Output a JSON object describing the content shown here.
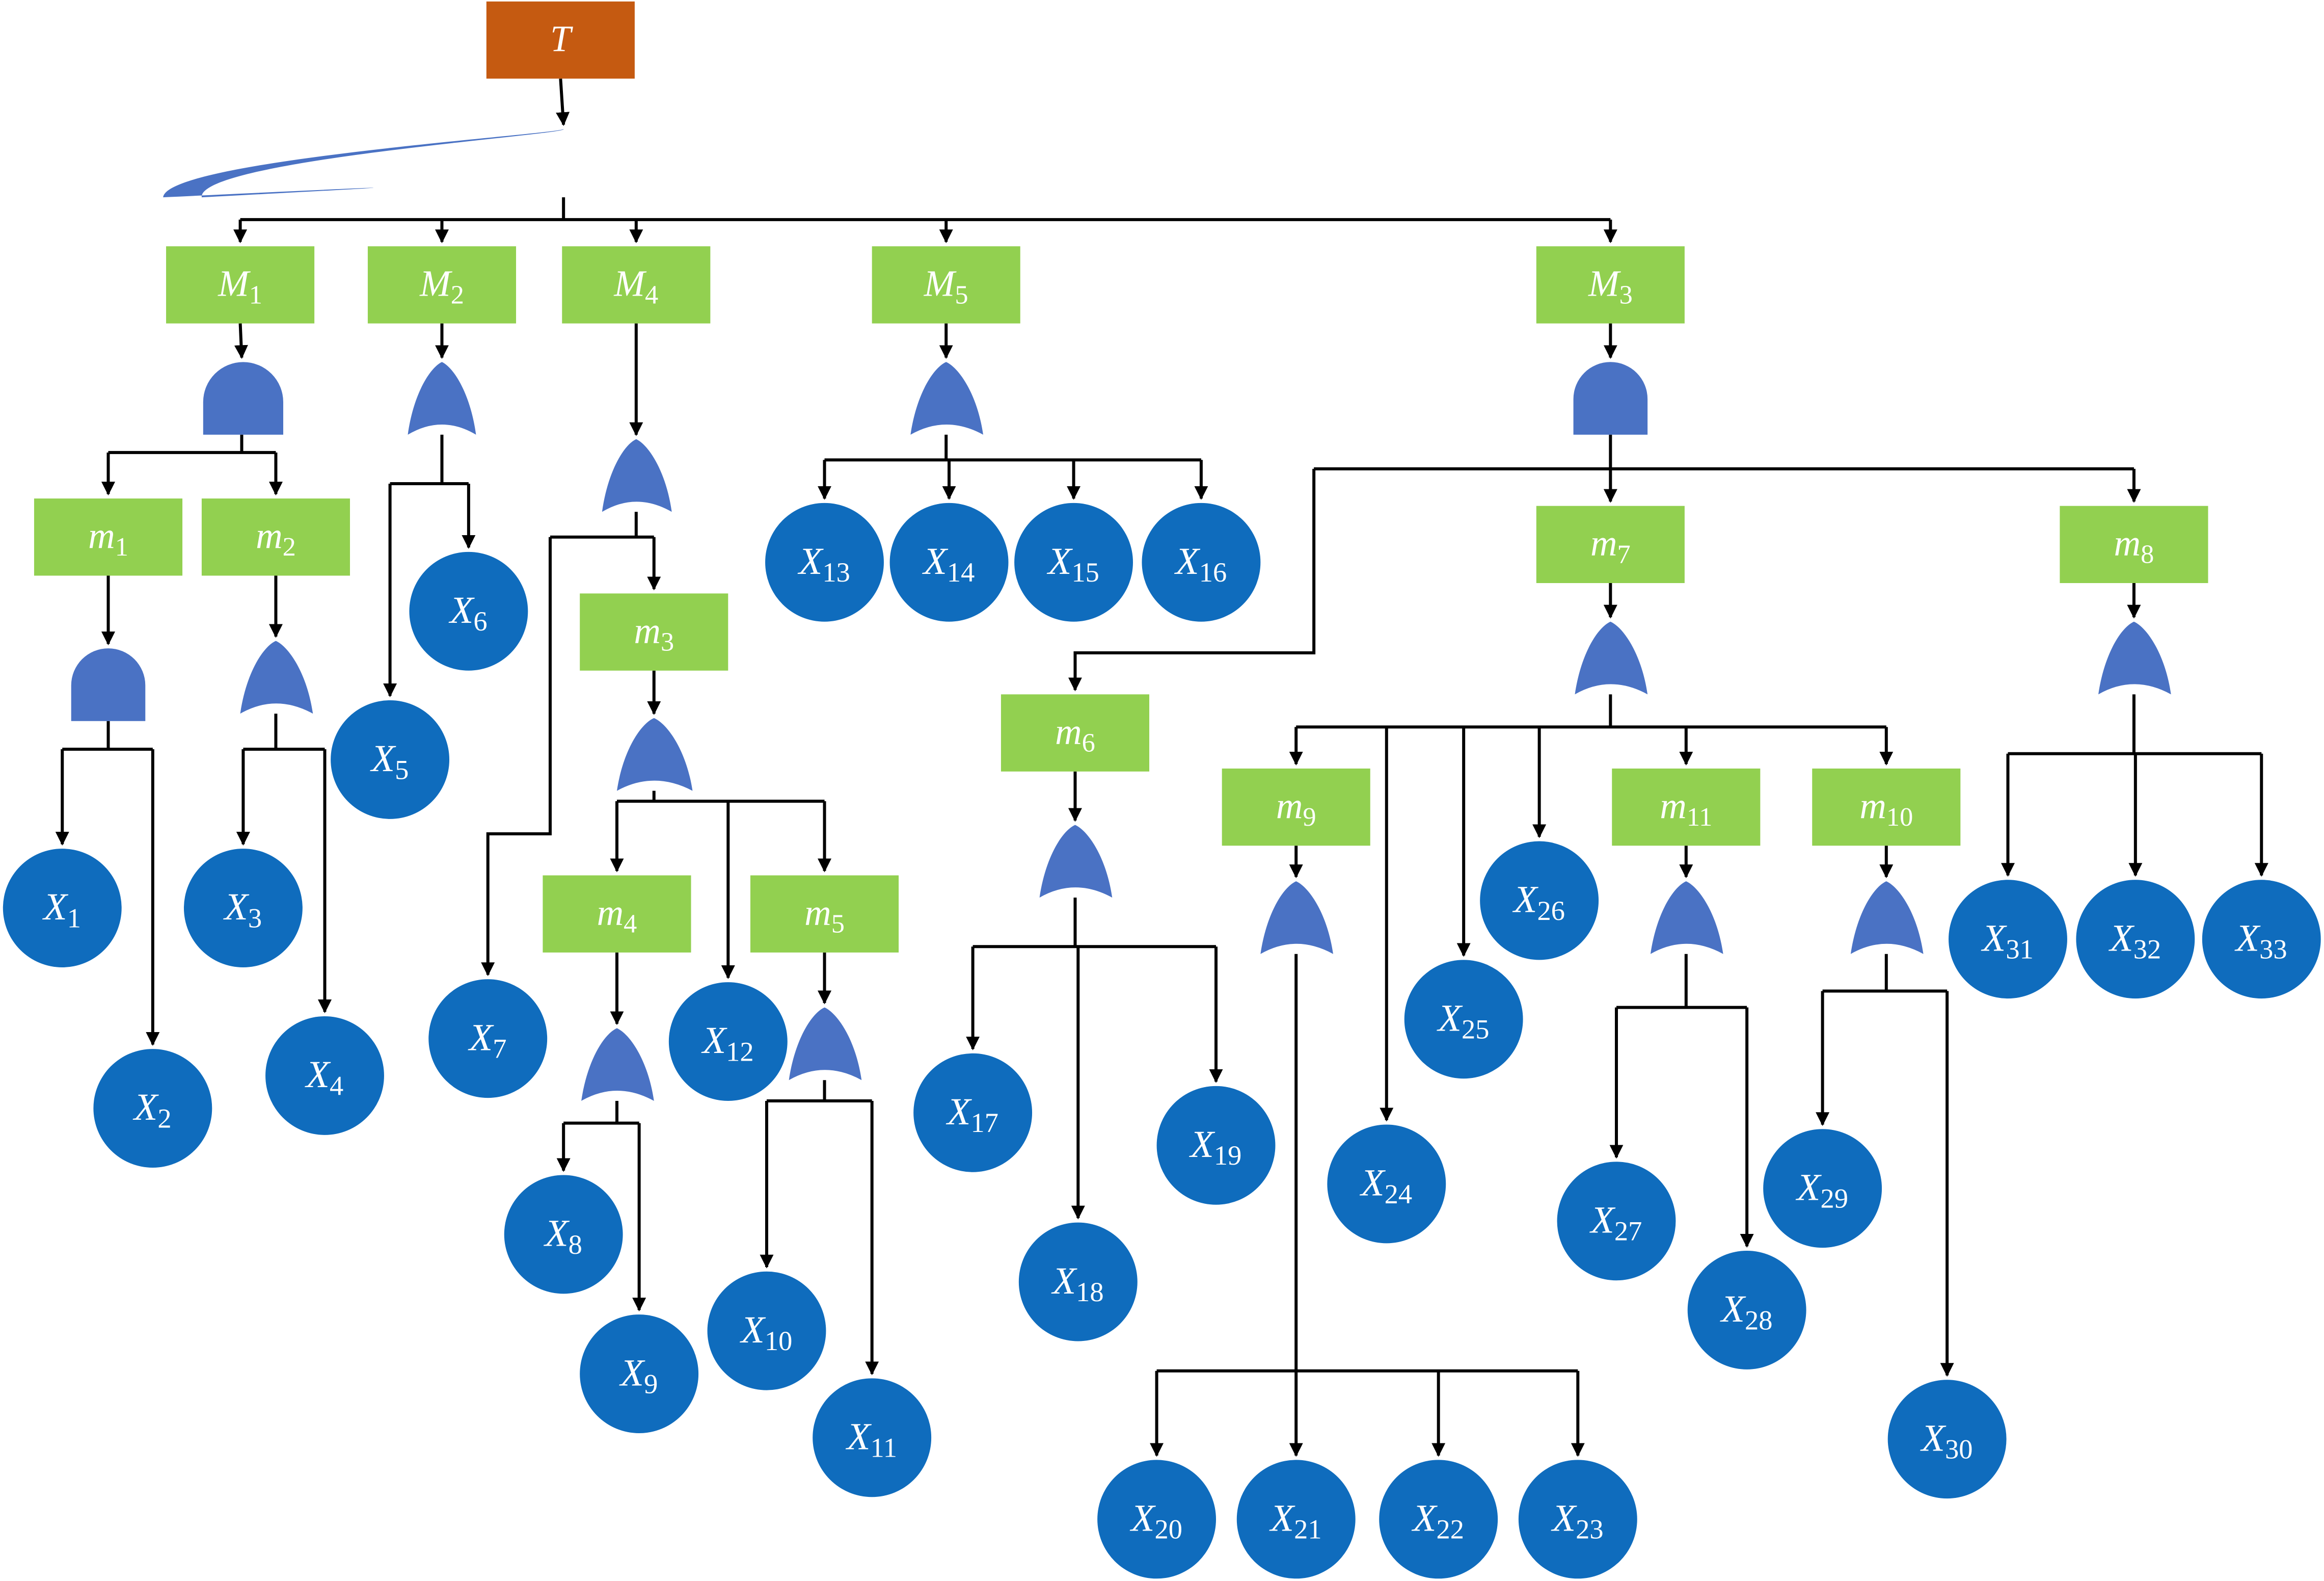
{
  "colors": {
    "top_event": "#C55A11",
    "intermediate": "#92D050",
    "basic_event": "#0F6CBD",
    "gate": "#4A72C4",
    "line": "#000000",
    "text": "#FFFFFF"
  },
  "nodes": [
    {
      "id": "T",
      "kind": "top",
      "main": "T",
      "sub": ""
    },
    {
      "id": "M1",
      "kind": "intermediate",
      "main": "M",
      "sub": "1"
    },
    {
      "id": "M2",
      "kind": "intermediate",
      "main": "M",
      "sub": "2"
    },
    {
      "id": "M4",
      "kind": "intermediate",
      "main": "M",
      "sub": "4"
    },
    {
      "id": "M5",
      "kind": "intermediate",
      "main": "M",
      "sub": "5"
    },
    {
      "id": "M3",
      "kind": "intermediate",
      "main": "M",
      "sub": "3"
    },
    {
      "id": "m1",
      "kind": "intermediate",
      "main": "m",
      "sub": "1"
    },
    {
      "id": "m2",
      "kind": "intermediate",
      "main": "m",
      "sub": "2"
    },
    {
      "id": "m3",
      "kind": "intermediate",
      "main": "m",
      "sub": "3"
    },
    {
      "id": "m4",
      "kind": "intermediate",
      "main": "m",
      "sub": "4"
    },
    {
      "id": "m5",
      "kind": "intermediate",
      "main": "m",
      "sub": "5"
    },
    {
      "id": "m6",
      "kind": "intermediate",
      "main": "m",
      "sub": "6"
    },
    {
      "id": "m7",
      "kind": "intermediate",
      "main": "m",
      "sub": "7"
    },
    {
      "id": "m8",
      "kind": "intermediate",
      "main": "m",
      "sub": "8"
    },
    {
      "id": "m9",
      "kind": "intermediate",
      "main": "m",
      "sub": "9"
    },
    {
      "id": "m10",
      "kind": "intermediate",
      "main": "m",
      "sub": "10"
    },
    {
      "id": "m11",
      "kind": "intermediate",
      "main": "m",
      "sub": "11"
    },
    {
      "id": "X1",
      "kind": "basic",
      "main": "X",
      "sub": "1"
    },
    {
      "id": "X2",
      "kind": "basic",
      "main": "X",
      "sub": "2"
    },
    {
      "id": "X3",
      "kind": "basic",
      "main": "X",
      "sub": "3"
    },
    {
      "id": "X4",
      "kind": "basic",
      "main": "X",
      "sub": "4"
    },
    {
      "id": "X5",
      "kind": "basic",
      "main": "X",
      "sub": "5"
    },
    {
      "id": "X6",
      "kind": "basic",
      "main": "X",
      "sub": "6"
    },
    {
      "id": "X7",
      "kind": "basic",
      "main": "X",
      "sub": "7"
    },
    {
      "id": "X8",
      "kind": "basic",
      "main": "X",
      "sub": "8"
    },
    {
      "id": "X9",
      "kind": "basic",
      "main": "X",
      "sub": "9"
    },
    {
      "id": "X10",
      "kind": "basic",
      "main": "X",
      "sub": "10"
    },
    {
      "id": "X11",
      "kind": "basic",
      "main": "X",
      "sub": "11"
    },
    {
      "id": "X12",
      "kind": "basic",
      "main": "X",
      "sub": "12"
    },
    {
      "id": "X13",
      "kind": "basic",
      "main": "X",
      "sub": "13"
    },
    {
      "id": "X14",
      "kind": "basic",
      "main": "X",
      "sub": "14"
    },
    {
      "id": "X15",
      "kind": "basic",
      "main": "X",
      "sub": "15"
    },
    {
      "id": "X16",
      "kind": "basic",
      "main": "X",
      "sub": "16"
    },
    {
      "id": "X17",
      "kind": "basic",
      "main": "X",
      "sub": "17"
    },
    {
      "id": "X18",
      "kind": "basic",
      "main": "X",
      "sub": "18"
    },
    {
      "id": "X19",
      "kind": "basic",
      "main": "X",
      "sub": "19"
    },
    {
      "id": "X20",
      "kind": "basic",
      "main": "X",
      "sub": "20"
    },
    {
      "id": "X21",
      "kind": "basic",
      "main": "X",
      "sub": "21"
    },
    {
      "id": "X22",
      "kind": "basic",
      "main": "X",
      "sub": "22"
    },
    {
      "id": "X23",
      "kind": "basic",
      "main": "X",
      "sub": "23"
    },
    {
      "id": "X24",
      "kind": "basic",
      "main": "X",
      "sub": "24"
    },
    {
      "id": "X25",
      "kind": "basic",
      "main": "X",
      "sub": "25"
    },
    {
      "id": "X26",
      "kind": "basic",
      "main": "X",
      "sub": "26"
    },
    {
      "id": "X27",
      "kind": "basic",
      "main": "X",
      "sub": "27"
    },
    {
      "id": "X28",
      "kind": "basic",
      "main": "X",
      "sub": "28"
    },
    {
      "id": "X29",
      "kind": "basic",
      "main": "X",
      "sub": "29"
    },
    {
      "id": "X30",
      "kind": "basic",
      "main": "X",
      "sub": "30"
    },
    {
      "id": "X31",
      "kind": "basic",
      "main": "X",
      "sub": "31"
    },
    {
      "id": "X32",
      "kind": "basic",
      "main": "X",
      "sub": "32"
    },
    {
      "id": "X33",
      "kind": "basic",
      "main": "X",
      "sub": "33"
    }
  ],
  "gates": [
    {
      "id": "G_T",
      "type": "or",
      "parent": "T",
      "children": [
        "M1",
        "M2",
        "M4",
        "M5",
        "M3"
      ]
    },
    {
      "id": "G_M1",
      "type": "and",
      "parent": "M1",
      "children": [
        "m1",
        "m2"
      ]
    },
    {
      "id": "G_M2",
      "type": "or",
      "parent": "M2",
      "children": [
        "X5",
        "X6"
      ]
    },
    {
      "id": "G_M4",
      "type": "or",
      "parent": "M4",
      "children": [
        "X7",
        "m3"
      ]
    },
    {
      "id": "G_M5",
      "type": "or",
      "parent": "M5",
      "children": [
        "X13",
        "X14",
        "X15",
        "X16"
      ]
    },
    {
      "id": "G_M3",
      "type": "and",
      "parent": "M3",
      "children": [
        "m6",
        "m7",
        "m8"
      ]
    },
    {
      "id": "G_m1",
      "type": "and",
      "parent": "m1",
      "children": [
        "X1",
        "X2"
      ]
    },
    {
      "id": "G_m2",
      "type": "or",
      "parent": "m2",
      "children": [
        "X3",
        "X4"
      ]
    },
    {
      "id": "G_m3",
      "type": "or",
      "parent": "m3",
      "children": [
        "m4",
        "X12",
        "m5"
      ]
    },
    {
      "id": "G_m4",
      "type": "or",
      "parent": "m4",
      "children": [
        "X8",
        "X9"
      ]
    },
    {
      "id": "G_m5",
      "type": "or",
      "parent": "m5",
      "children": [
        "X10",
        "X11"
      ]
    },
    {
      "id": "G_m6",
      "type": "or",
      "parent": "m6",
      "children": [
        "X17",
        "X18",
        "X19"
      ]
    },
    {
      "id": "G_m7",
      "type": "or",
      "parent": "m7",
      "children": [
        "m9",
        "X24",
        "X25",
        "X26",
        "m11",
        "m10"
      ]
    },
    {
      "id": "G_m8",
      "type": "or",
      "parent": "m8",
      "children": [
        "X31",
        "X32",
        "X33"
      ]
    },
    {
      "id": "G_m9",
      "type": "or",
      "parent": "m9",
      "children": [
        "X20",
        "X21",
        "X22",
        "X23"
      ]
    },
    {
      "id": "G_m11",
      "type": "or",
      "parent": "m11",
      "children": [
        "X27",
        "X28"
      ]
    },
    {
      "id": "G_m10",
      "type": "or",
      "parent": "m10",
      "children": [
        "X29",
        "X30"
      ]
    }
  ]
}
